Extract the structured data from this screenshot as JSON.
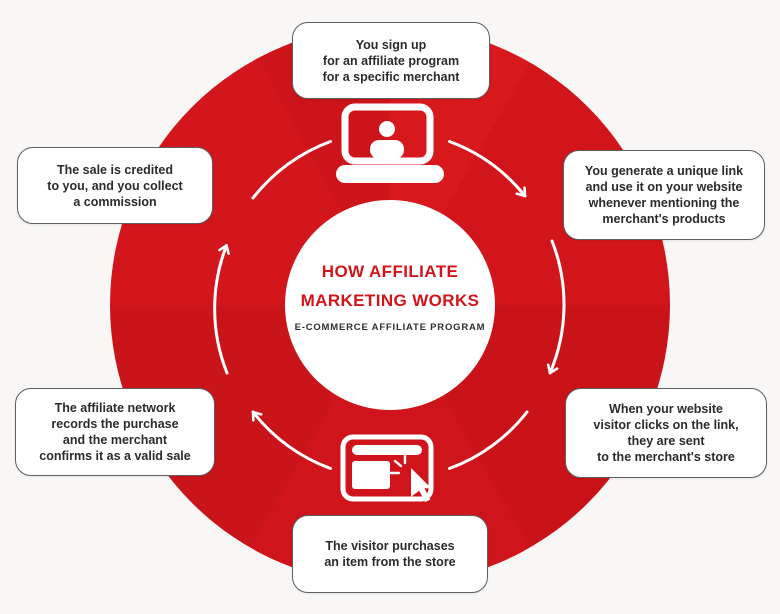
{
  "title": {
    "line1": "HOW AFFILIATE",
    "line2": "MARKETING WORKS",
    "subtitle": "E-COMMERCE AFFILIATE PROGRAM"
  },
  "steps": [
    {
      "id": "sign-up",
      "text": "You sign up\nfor an affiliate program\nfor a specific merchant"
    },
    {
      "id": "generate-link",
      "text": "You generate a unique link\nand use it on your website\nwhenever mentioning the\nmerchant's products"
    },
    {
      "id": "visitor-clicks",
      "text": "When your website\nvisitor clicks on the link,\nthey are sent\nto the merchant's store"
    },
    {
      "id": "visitor-purchases",
      "text": "The visitor purchases\nan item from the store"
    },
    {
      "id": "network-records",
      "text": "The affiliate network\nrecords the purchase\nand the merchant\nconfirms it as a valid sale"
    },
    {
      "id": "sale-credited",
      "text": "The sale is credited\nto you, and you collect\na commission"
    }
  ],
  "icons": {
    "top": "laptop-user-icon",
    "bottom": "browser-click-icon"
  },
  "colors": {
    "primary_red": "#d7181d",
    "dark_red_wedge": "#ca1318",
    "title_red": "#d0161b",
    "text_dark": "#2b2b2b",
    "background": "#f8f7f6",
    "arrow_white": "#ffffff"
  }
}
